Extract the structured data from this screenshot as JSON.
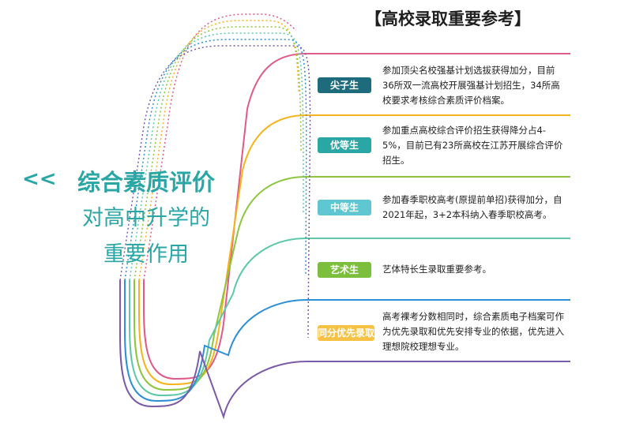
{
  "title": "【高校录取重要参考】",
  "headline": {
    "arrow": "<<",
    "line1": "综合素质评价",
    "line2": "对高中升学的",
    "line3": "重要作用"
  },
  "items": [
    {
      "label": "尖子生",
      "color": "#1e6b7e",
      "line_color": "#e05a8a",
      "text": "参加顶尖名校强基计划选拔获得加分，目前36所双一流高校开展强基计划招生，34所高校要求考核综合素质评价档案。"
    },
    {
      "label": "优等生",
      "color": "#2aa7a5",
      "line_color": "#f5b31d",
      "text": "参加重点高校综合评价招生获得降分占4-5%，目前已有23所高校在江苏开展综合评价招生。"
    },
    {
      "label": "中等生",
      "color": "#5fc7d2",
      "line_color": "#8cc63e",
      "text": "参加春季职校高考(原提前单招)获得加分，自2021年起，3+2本科纳入春季职校高考。"
    },
    {
      "label": "艺术生",
      "color": "#7bbf3c",
      "line_color": "#5ec8a8",
      "text": "艺体特长生录取重要参考。"
    },
    {
      "label": "同分优先录取",
      "color": "#f6c244",
      "line_color": "#2d8fd5",
      "text": "高考裸考分数相同时，综合素质电子档案可作为优先录取和优先安排专业的依据，优先进入理想院校理想专业。"
    }
  ],
  "bottom_line_color": "#7b5ba6"
}
